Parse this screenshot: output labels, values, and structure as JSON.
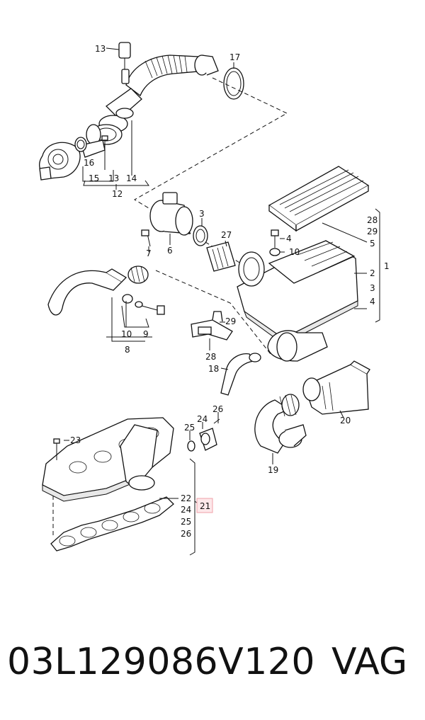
{
  "footer": {
    "part_number": "03L129086V120",
    "brand": "VAG"
  },
  "diagram": {
    "highlight_color": "#f0a0a8",
    "callouts": {
      "c13a": "13",
      "c17": "17",
      "c16": "16",
      "c15": "15",
      "c13b": "13",
      "c14": "14",
      "c12": "12",
      "c28a": "28",
      "c29a": "29",
      "c5": "5",
      "c3a": "3",
      "c27": "27",
      "c7": "7",
      "c6": "6",
      "c4a": "4",
      "c10a": "10",
      "c1": "1",
      "c2": "2",
      "c3b": "3",
      "c4b": "4",
      "c10b": "10",
      "c9": "9",
      "c8": "8",
      "c29b": "29",
      "c28b": "28",
      "c18": "18",
      "c20": "20",
      "c26a": "26",
      "c24a": "24",
      "c25a": "25",
      "c23": "23",
      "c19": "19",
      "c22": "22",
      "c21": "21",
      "c24b": "24",
      "c25b": "25",
      "c26b": "26"
    }
  }
}
